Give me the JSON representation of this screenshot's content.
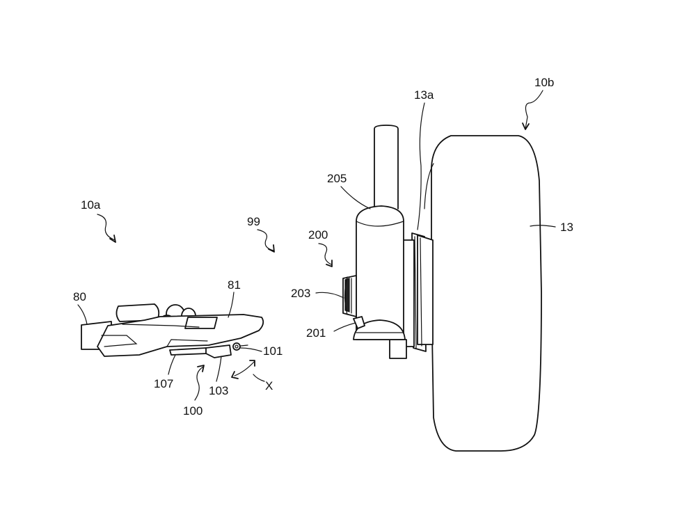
{
  "labels": {
    "ref_10a": "10a",
    "ref_10b": "10b",
    "ref_13": "13",
    "ref_13a": "13a",
    "ref_80": "80",
    "ref_81": "81",
    "ref_99": "99",
    "ref_100": "100",
    "ref_101": "101",
    "ref_103": "103",
    "ref_107": "107",
    "ref_200": "200",
    "ref_201": "201",
    "ref_203": "203",
    "ref_205": "205",
    "ref_x": "X"
  },
  "colors": {
    "line": "#111111",
    "background": "#ffffff"
  }
}
